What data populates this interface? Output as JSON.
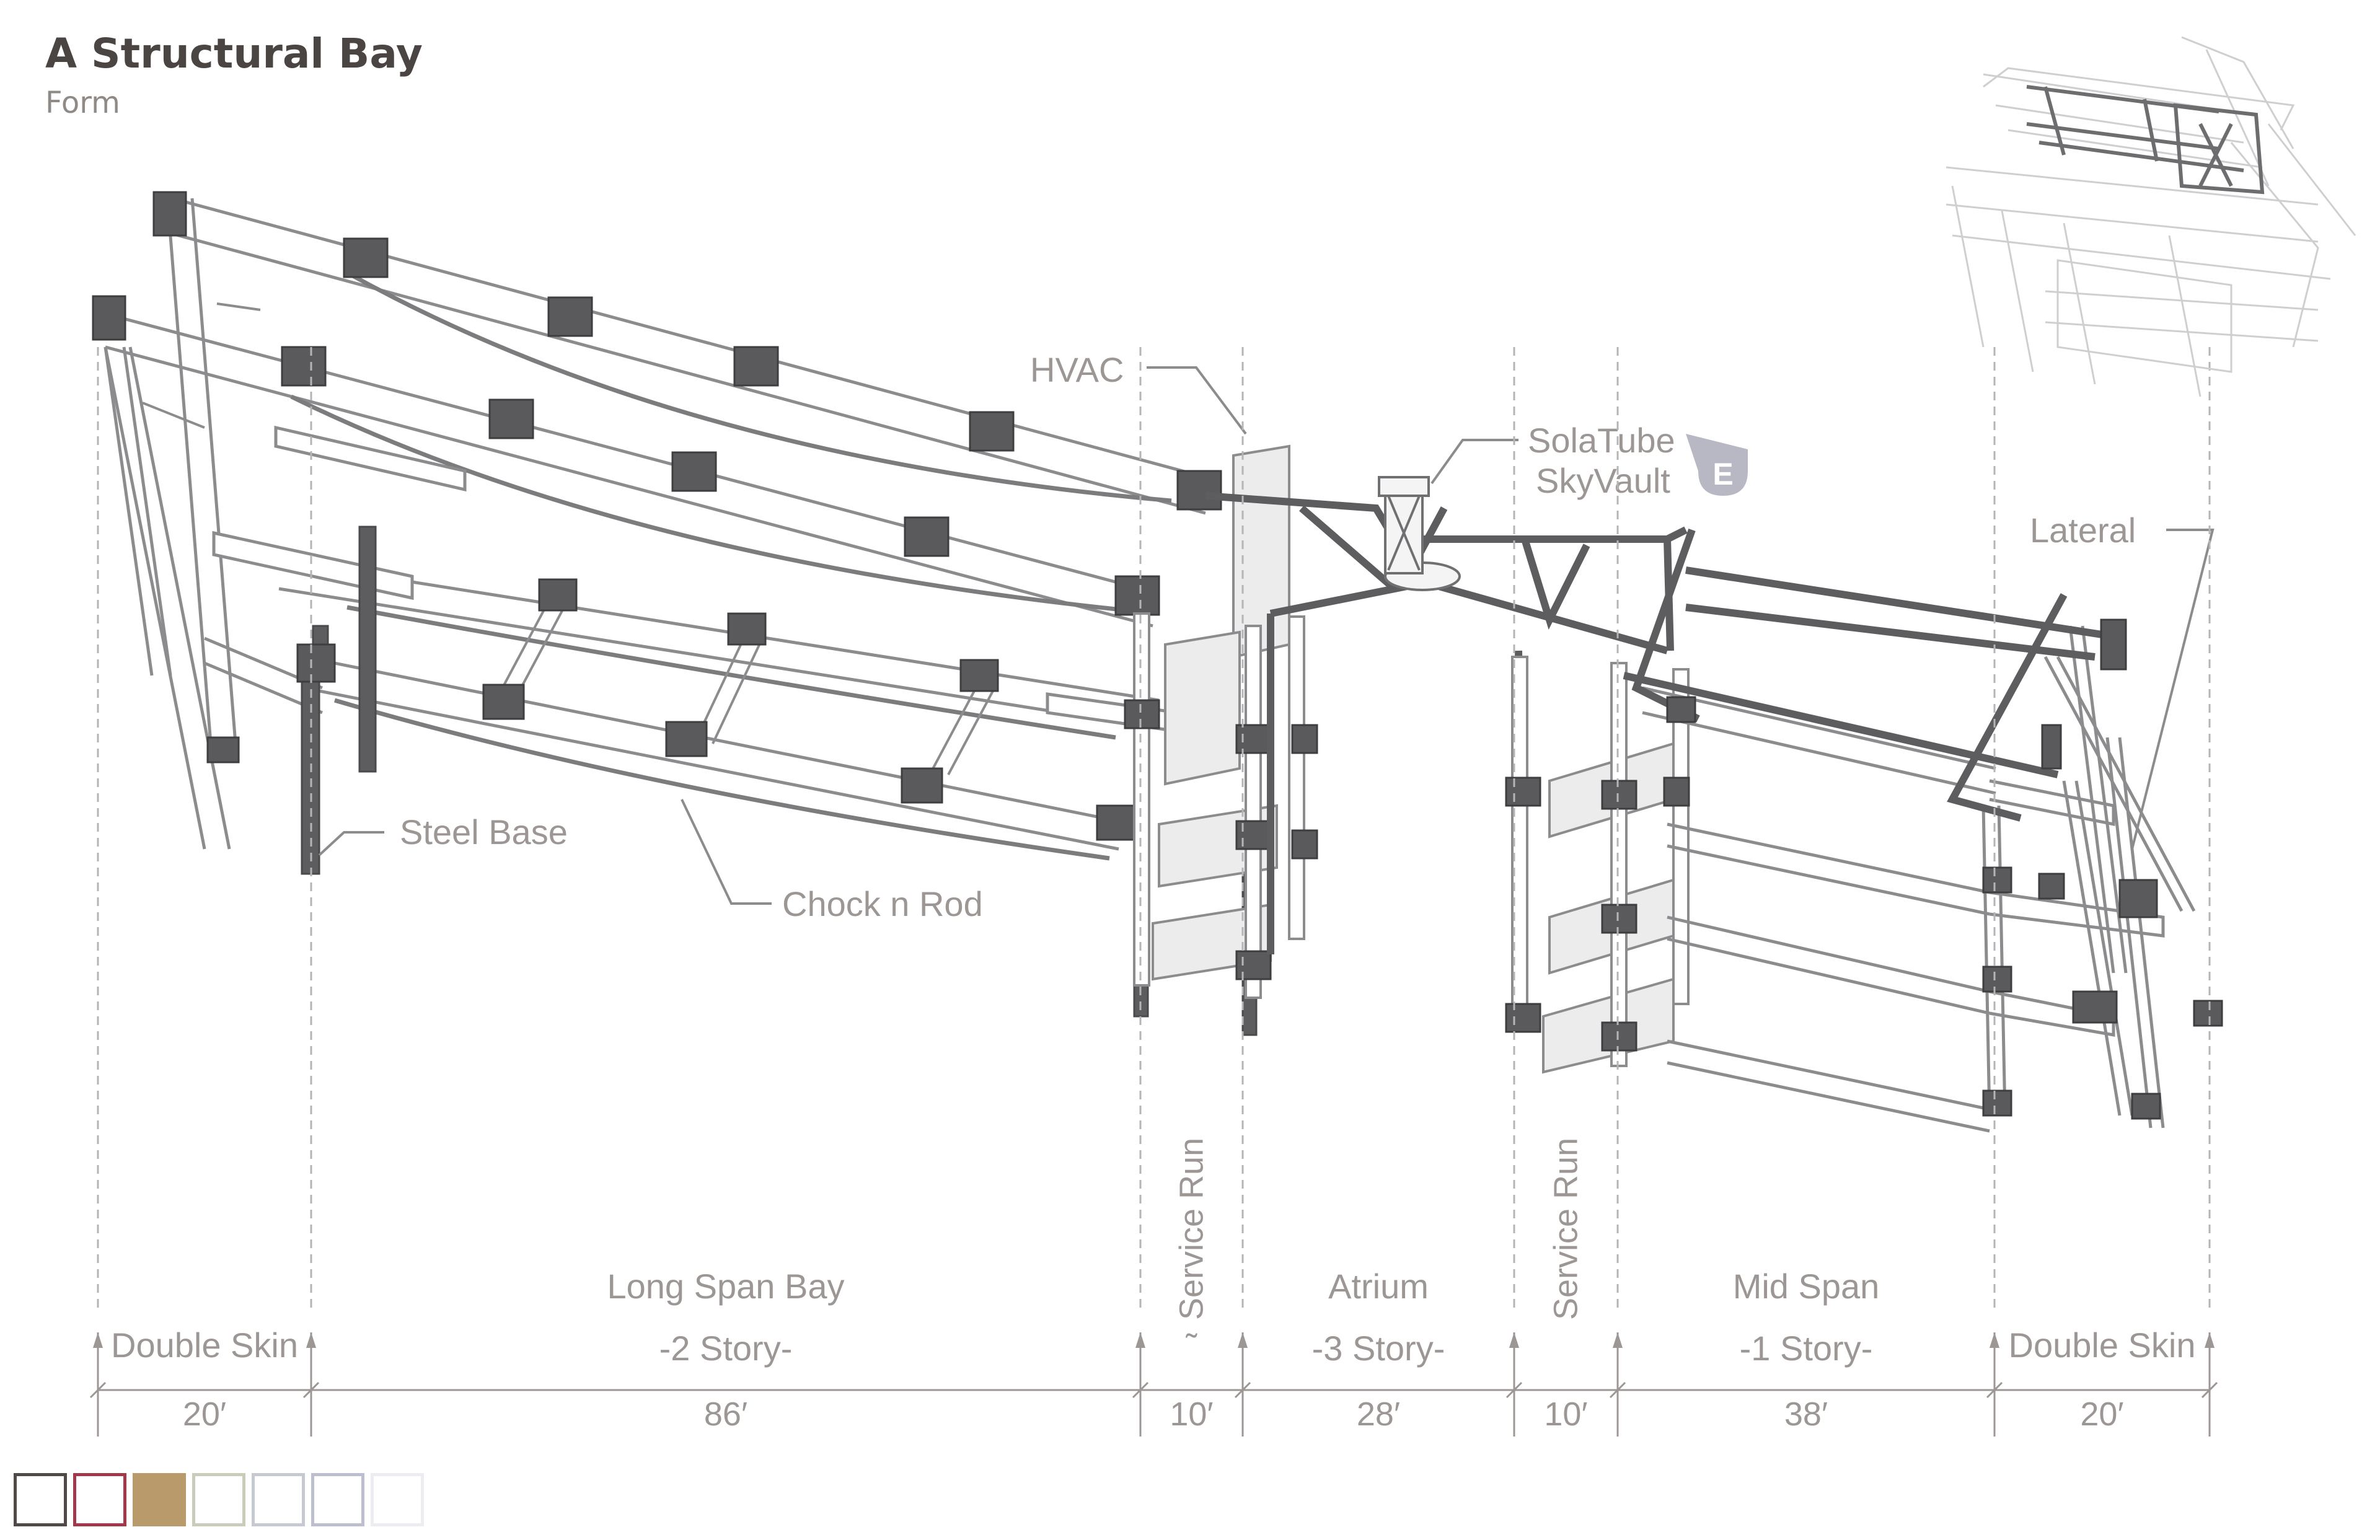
{
  "title": "A Structural Bay",
  "subtitle": "Form",
  "callouts": {
    "hvac": "HVAC",
    "solatube_line1": "SolaTube",
    "solatube_line2": "SkyVault",
    "solatube_badge": "E",
    "lateral": "Lateral",
    "steel_base": "Steel Base",
    "chock_rod": "Chock n Rod"
  },
  "zones": [
    {
      "name": "Double Skin",
      "story": "",
      "dim": "20′",
      "orient": "horizontal"
    },
    {
      "name": "Long Span Bay",
      "story": "-2 Story-",
      "dim": "86′",
      "orient": "horizontal"
    },
    {
      "name": "Service Run",
      "story": "˜",
      "dim": "10′",
      "orient": "vertical"
    },
    {
      "name": "Atrium",
      "story": "-3 Story-",
      "dim": "28′",
      "orient": "horizontal"
    },
    {
      "name": "Service Run",
      "story": "",
      "dim": "10′",
      "orient": "vertical"
    },
    {
      "name": "Mid Span",
      "story": "-1 Story-",
      "dim": "38′",
      "orient": "horizontal"
    },
    {
      "name": "Double Skin",
      "story": "",
      "dim": "20′",
      "orient": "horizontal"
    }
  ],
  "colors": {
    "steel": "#5d5d5f",
    "steel_light": "#c9c9cb",
    "outline": "#9a9a9c",
    "label": "#9c9794",
    "accent_gold": "#b99a6a",
    "accent_red": "#a2394a"
  },
  "swatches": [
    {
      "fill": "#ffffff",
      "border": "#4f4a47"
    },
    {
      "fill": "#ffffff",
      "border": "#a2394a"
    },
    {
      "fill": "#b99a6a",
      "border": "#b99a6a"
    },
    {
      "fill": "#ffffff",
      "border": "#c9ccb8"
    },
    {
      "fill": "#ffffff",
      "border": "#c7c9d2"
    },
    {
      "fill": "#ffffff",
      "border": "#bdbfd0"
    },
    {
      "fill": "#ffffff",
      "border": "#ecedf0"
    }
  ]
}
